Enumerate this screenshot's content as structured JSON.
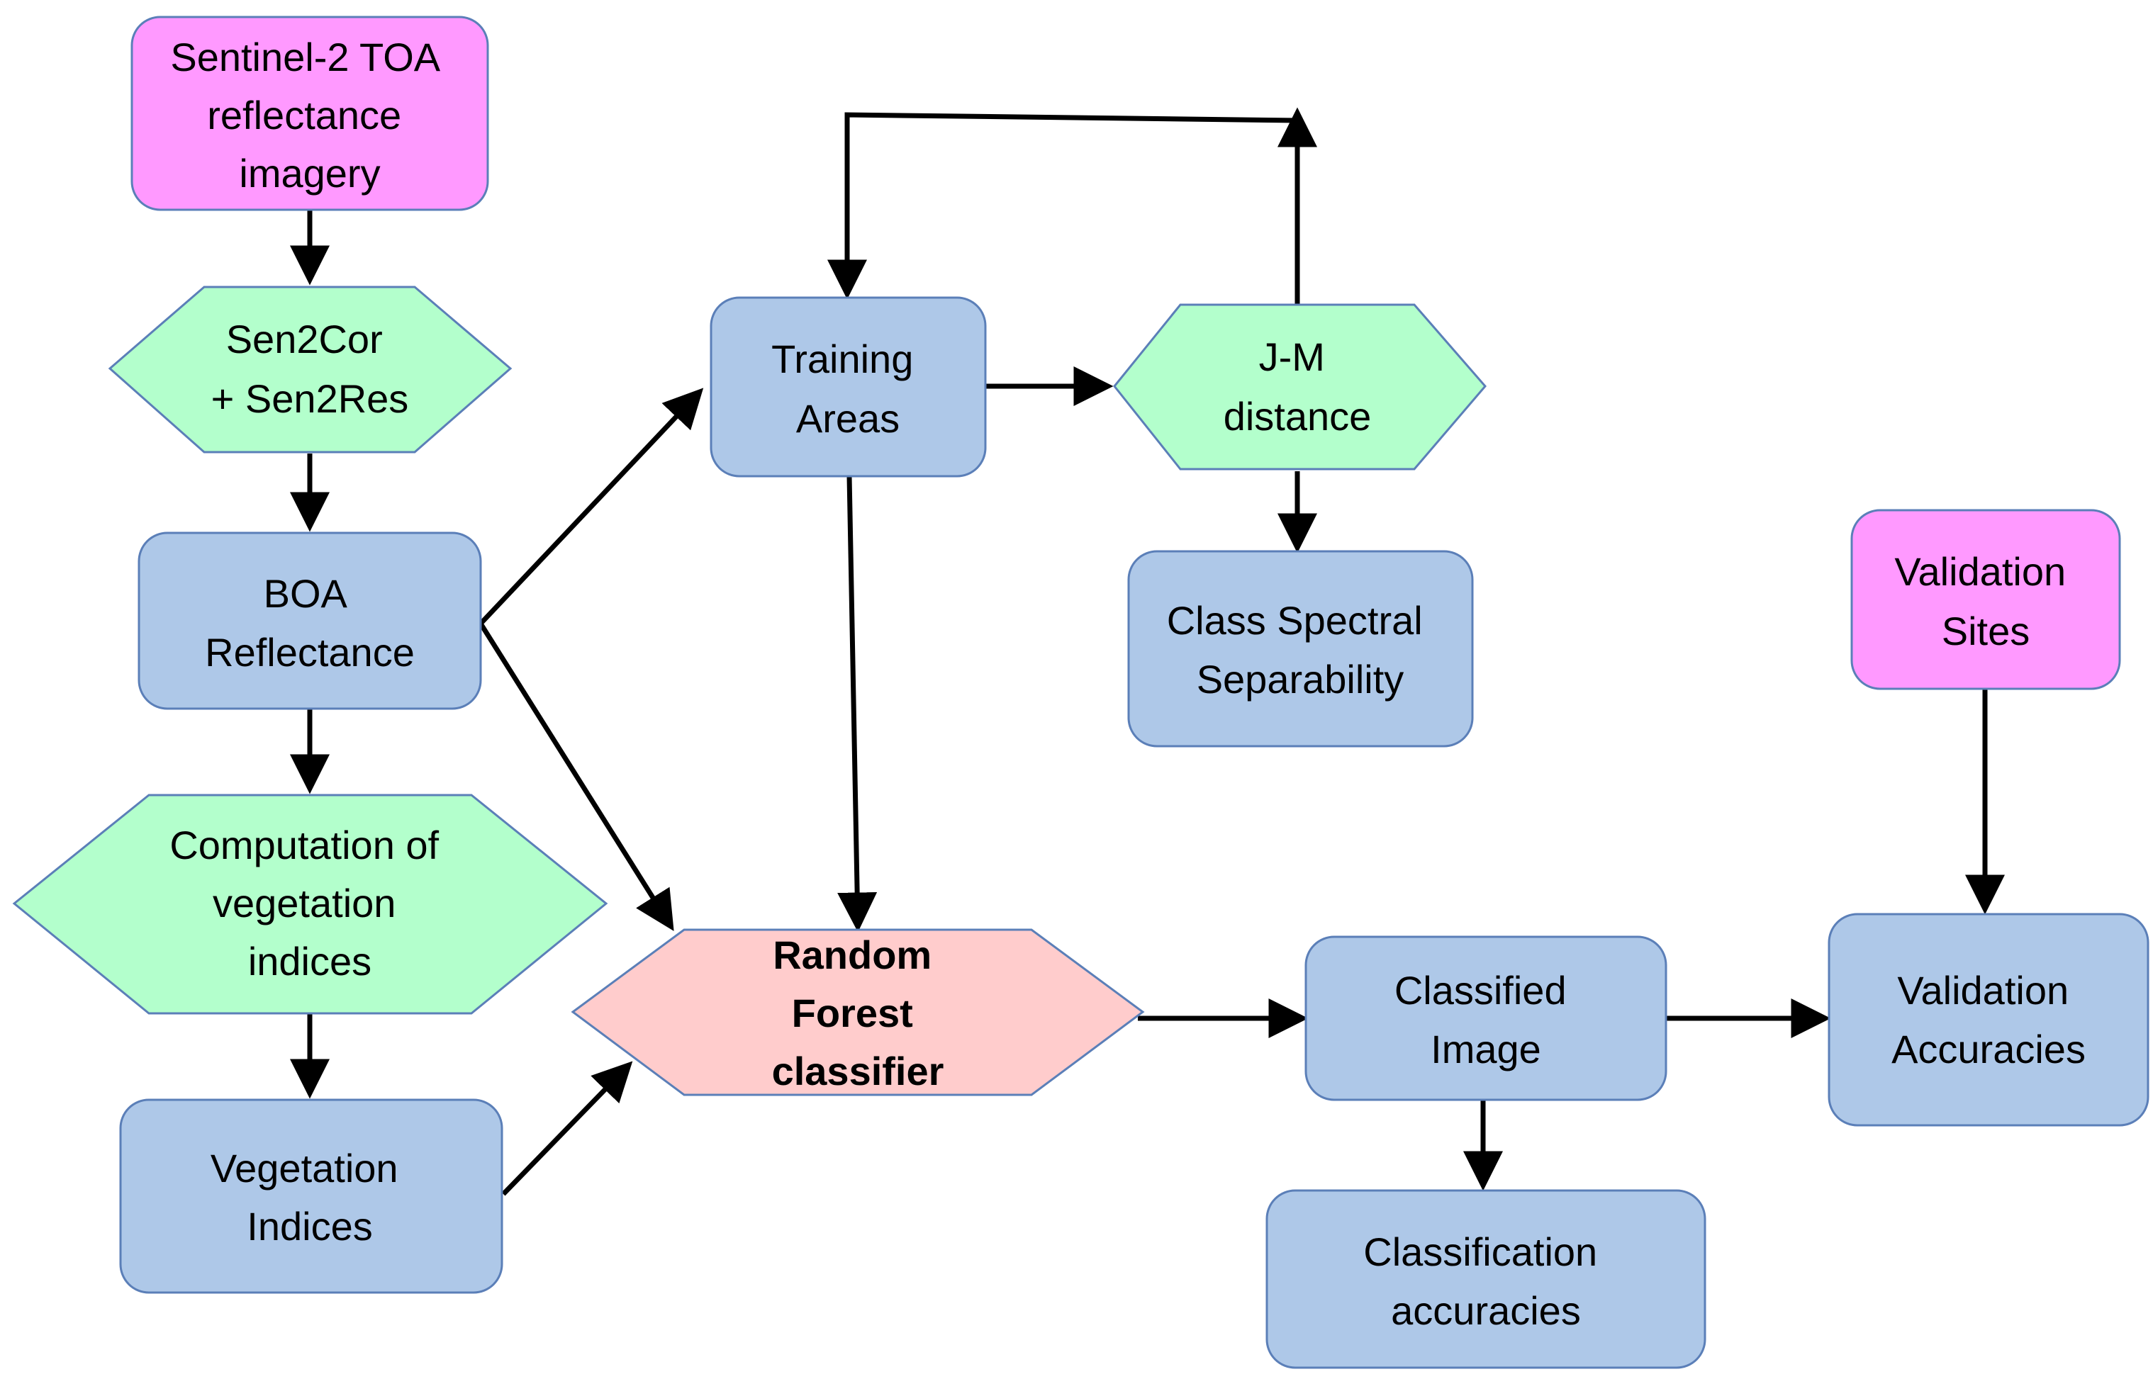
{
  "nodes": {
    "toa": {
      "lines": [
        "Sentinel-2 TOA",
        "reflectance",
        "imagery"
      ],
      "fill": "#ff99ff"
    },
    "sen2cor": {
      "lines": [
        "Sen2Cor",
        "+ Sen2Res"
      ],
      "fill": "#b3ffcc"
    },
    "boa": {
      "lines": [
        "BOA",
        "Reflectance"
      ],
      "fill": "#aec8e8"
    },
    "computation": {
      "lines": [
        "Computation of",
        "vegetation",
        "indices"
      ],
      "fill": "#b3ffcc"
    },
    "vegetation_indices": {
      "lines": [
        "Vegetation",
        "Indices"
      ],
      "fill": "#aec8e8"
    },
    "training_areas": {
      "lines": [
        "Training",
        "Areas"
      ],
      "fill": "#aec8e8"
    },
    "jm_distance": {
      "lines": [
        "J-M",
        "distance"
      ],
      "fill": "#b3ffcc"
    },
    "class_separability": {
      "lines": [
        "Class Spectral",
        "Separability"
      ],
      "fill": "#aec8e8"
    },
    "random_forest": {
      "lines": [
        "Random",
        "Forest",
        "classifier"
      ],
      "fill": "#ffcccc"
    },
    "classified_image": {
      "lines": [
        "Classified",
        "Image"
      ],
      "fill": "#aec8e8"
    },
    "classification_accuracies": {
      "lines": [
        "Classification",
        "accuracies"
      ],
      "fill": "#aec8e8"
    },
    "validation_sites": {
      "lines": [
        "Validation",
        "Sites"
      ],
      "fill": "#ff99ff"
    },
    "validation_accuracies": {
      "lines": [
        "Validation",
        "Accuracies"
      ],
      "fill": "#aec8e8"
    }
  },
  "edges": [
    {
      "from": "toa",
      "to": "sen2cor"
    },
    {
      "from": "sen2cor",
      "to": "boa"
    },
    {
      "from": "boa",
      "to": "computation"
    },
    {
      "from": "computation",
      "to": "vegetation_indices"
    },
    {
      "from": "boa",
      "to": "training_areas"
    },
    {
      "from": "boa",
      "to": "random_forest"
    },
    {
      "from": "vegetation_indices",
      "to": "random_forest"
    },
    {
      "from": "training_areas",
      "to": "jm_distance"
    },
    {
      "from": "jm_distance",
      "to": "training_areas"
    },
    {
      "from": "jm_distance",
      "to": "class_separability"
    },
    {
      "from": "training_areas",
      "to": "random_forest"
    },
    {
      "from": "random_forest",
      "to": "classified_image"
    },
    {
      "from": "classified_image",
      "to": "classification_accuracies"
    },
    {
      "from": "classified_image",
      "to": "validation_accuracies"
    },
    {
      "from": "validation_sites",
      "to": "validation_accuracies"
    }
  ]
}
